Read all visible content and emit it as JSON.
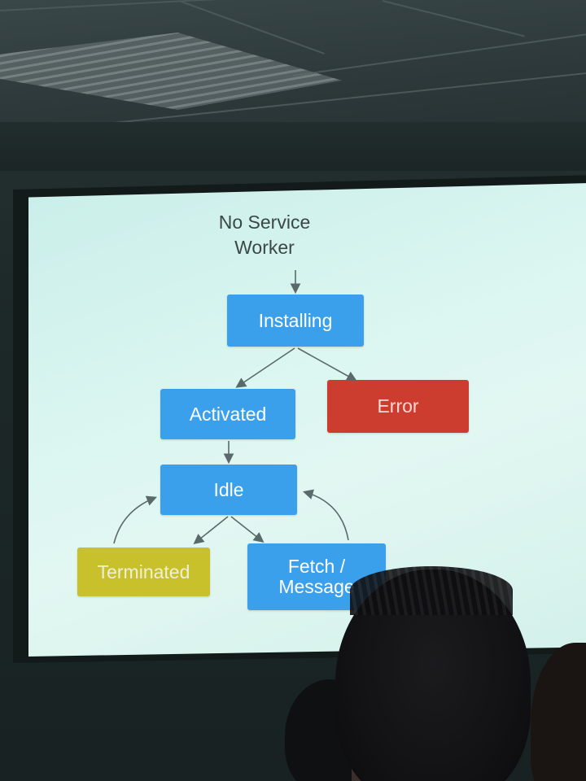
{
  "slide": {
    "start_label": "No Service\nWorker",
    "nodes": {
      "installing": "Installing",
      "activated": "Activated",
      "error": "Error",
      "idle": "Idle",
      "terminated": "Terminated",
      "fetch_message": "Fetch /\nMessage"
    },
    "colors": {
      "state_blue": "#3aa0ec",
      "error_red": "#cd3d2f",
      "terminated_yellow": "#c9c12c",
      "slide_background": "#d9f5f0",
      "arrow": "#5a6a6a"
    }
  }
}
